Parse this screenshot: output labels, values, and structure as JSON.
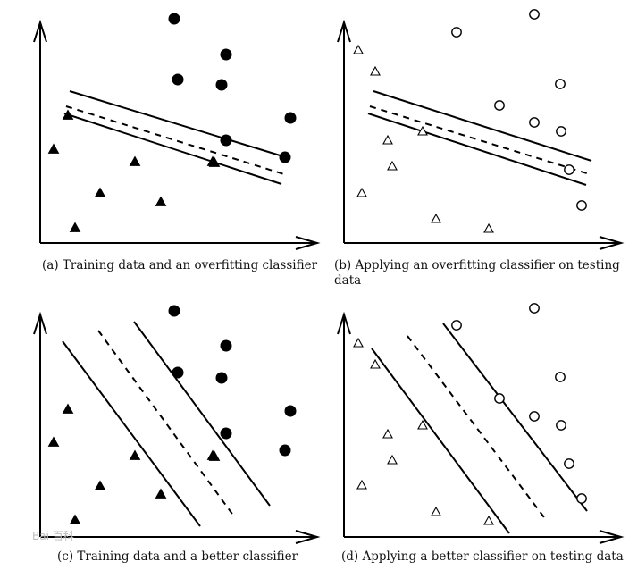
{
  "panels": [
    {
      "id": "a",
      "caption_lines": [
        "(a) Training data and an overfitting classifier"
      ],
      "points": [
        {
          "shape": "circle",
          "filled": true
        },
        {
          "shape": "circle",
          "filled": true
        },
        {
          "shape": "circle",
          "filled": true
        },
        {
          "shape": "circle",
          "filled": true
        },
        {
          "shape": "circle",
          "filled": true
        },
        {
          "shape": "circle",
          "filled": true
        },
        {
          "shape": "circle",
          "filled": true
        },
        {
          "shape": "triangle",
          "filled": true
        },
        {
          "shape": "triangle",
          "filled": true
        },
        {
          "shape": "triangle",
          "filled": true
        },
        {
          "shape": "triangle",
          "filled": true
        },
        {
          "shape": "triangle",
          "filled": true
        },
        {
          "shape": "triangle",
          "filled": true
        },
        {
          "shape": "triangle",
          "filled": true
        },
        {
          "shape": "triangle",
          "filled": true
        }
      ]
    },
    {
      "id": "b",
      "caption_lines": [
        "(b) Applying an overfitting classifier on testing",
        "data"
      ],
      "points": [
        {
          "shape": "circle",
          "filled": false
        },
        {
          "shape": "circle",
          "filled": false
        },
        {
          "shape": "circle",
          "filled": false
        },
        {
          "shape": "circle",
          "filled": false
        },
        {
          "shape": "circle",
          "filled": false
        },
        {
          "shape": "circle",
          "filled": false
        },
        {
          "shape": "circle",
          "filled": false
        },
        {
          "shape": "circle",
          "filled": false
        },
        {
          "shape": "triangle",
          "filled": false
        },
        {
          "shape": "triangle",
          "filled": false
        },
        {
          "shape": "triangle",
          "filled": false
        },
        {
          "shape": "triangle",
          "filled": false
        },
        {
          "shape": "triangle",
          "filled": false
        },
        {
          "shape": "triangle",
          "filled": false
        },
        {
          "shape": "triangle",
          "filled": false
        },
        {
          "shape": "triangle",
          "filled": false
        }
      ]
    },
    {
      "id": "c",
      "caption_lines": [
        "(c) Training data and a better classifier"
      ],
      "points": [
        {
          "shape": "circle",
          "filled": true
        },
        {
          "shape": "circle",
          "filled": true
        },
        {
          "shape": "circle",
          "filled": true
        },
        {
          "shape": "circle",
          "filled": true
        },
        {
          "shape": "circle",
          "filled": true
        },
        {
          "shape": "circle",
          "filled": true
        },
        {
          "shape": "circle",
          "filled": true
        },
        {
          "shape": "triangle",
          "filled": true
        },
        {
          "shape": "triangle",
          "filled": true
        },
        {
          "shape": "triangle",
          "filled": true
        },
        {
          "shape": "triangle",
          "filled": true
        },
        {
          "shape": "triangle",
          "filled": true
        },
        {
          "shape": "triangle",
          "filled": true
        },
        {
          "shape": "triangle",
          "filled": true
        },
        {
          "shape": "triangle",
          "filled": true
        }
      ]
    },
    {
      "id": "d",
      "caption_lines": [
        "(d) Applying a better classifier on testing data"
      ],
      "points": [
        {
          "shape": "circle",
          "filled": false
        },
        {
          "shape": "circle",
          "filled": false
        },
        {
          "shape": "circle",
          "filled": false
        },
        {
          "shape": "circle",
          "filled": false
        },
        {
          "shape": "circle",
          "filled": false
        },
        {
          "shape": "circle",
          "filled": false
        },
        {
          "shape": "circle",
          "filled": false
        },
        {
          "shape": "circle",
          "filled": false
        },
        {
          "shape": "triangle",
          "filled": false
        },
        {
          "shape": "triangle",
          "filled": false
        },
        {
          "shape": "triangle",
          "filled": false
        },
        {
          "shape": "triangle",
          "filled": false
        },
        {
          "shape": "triangle",
          "filled": false
        },
        {
          "shape": "triangle",
          "filled": false
        },
        {
          "shape": "triangle",
          "filled": false
        },
        {
          "shape": "triangle",
          "filled": false
        }
      ]
    }
  ],
  "watermark": "Bai 百科",
  "colors": {
    "ink": "#000000",
    "background": "#ffffff"
  }
}
